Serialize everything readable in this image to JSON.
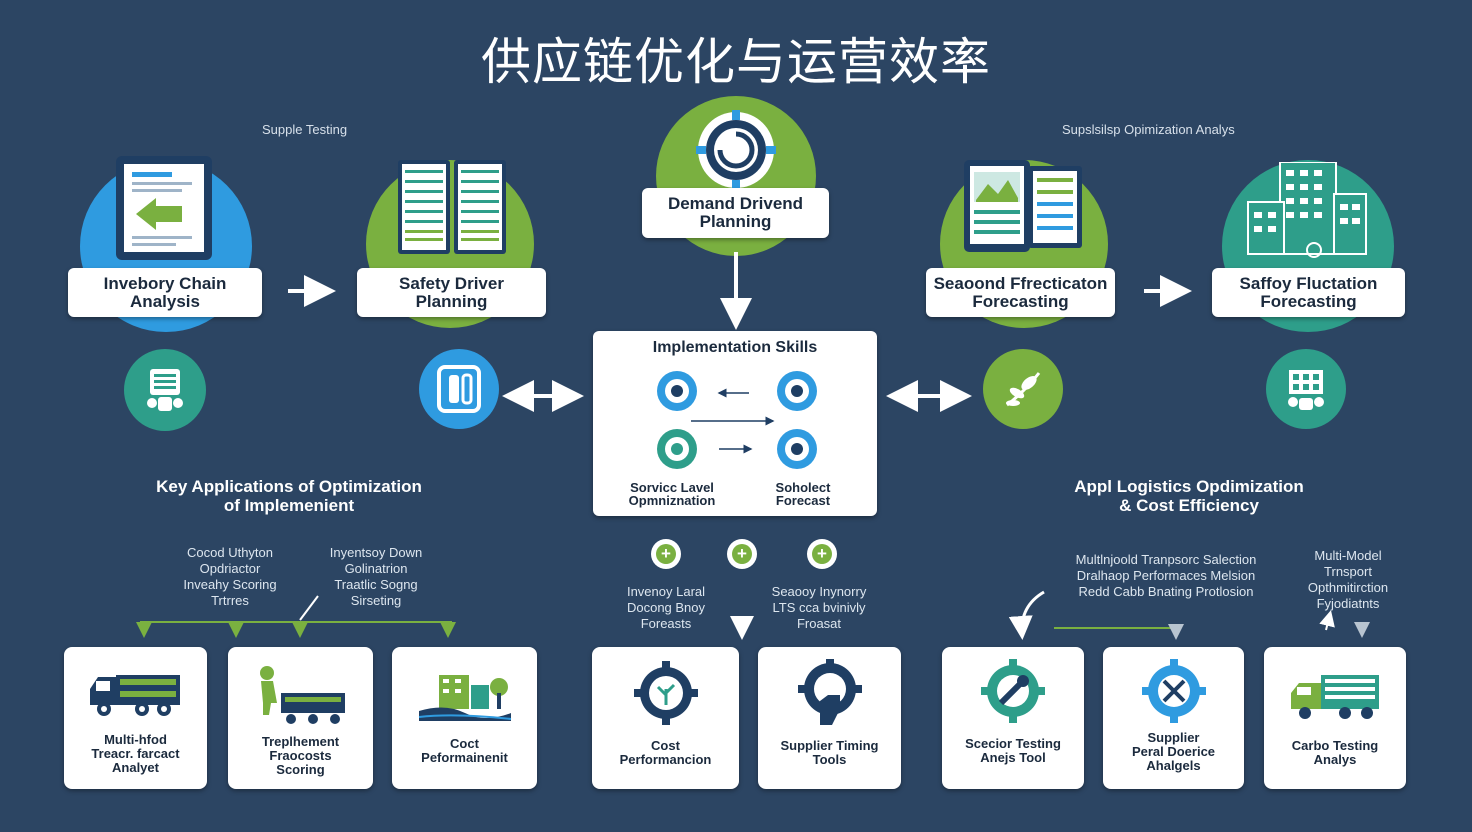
{
  "title": "供应链优化与运营效率",
  "top": {
    "left_caption": "Supple Testing",
    "right_caption": "Supslsilsp Opimization Analys",
    "cards": [
      {
        "label": "Invebory Chain\nAnalysis"
      },
      {
        "label": "Safety Driver\nPlanning"
      },
      {
        "label": "Demand Drivend\nPlanning"
      },
      {
        "label": "Seaoond Ffrecticaton\nForecasting"
      },
      {
        "label": "Saffoy Fluctation\nForecasting"
      }
    ]
  },
  "center": {
    "title": "Implementation Skills",
    "left_label": "Sorvicc Lavel\nOpmniznation",
    "right_label": "Soholect\nForecast"
  },
  "left_section": {
    "heading": "Key Applications of Optimization\nof Implemenient",
    "note_a": "Cocod Uthyton\nOpdriactor\nInveahy Scoring\nTrtrres",
    "note_b": "Inyentsoy Down\nGolinatrion\nTraatlic Sogng\nSirseting"
  },
  "right_section": {
    "heading": "Appl Logistics Opdimization\n& Cost Efficiency",
    "note_a": "Multlnjoold Tranpsorc Salection\nDralhaop Performaces Melsion\nRedd Cabb      Bnating Protlosion",
    "note_b": "Multi-Model\nTrnsport\nOpthmitirction\nFyjodiatnts"
  },
  "middle_notes": {
    "left": "Invenoy Laral\nDocong Bnoy\nForeasts",
    "right": "Seaooy Inynorry\nLTS cca bvinivly\nFroasat"
  },
  "bottom_cards": [
    {
      "label": "Multi-hfod\nTreacr. farcact\nAnalyet"
    },
    {
      "label": "Treplhement\nFraocosts\nScoring"
    },
    {
      "label": "Coct\nPeformainenit"
    },
    {
      "label": "Cost\nPerformancion"
    },
    {
      "label": "Supplier Timing\nTools"
    },
    {
      "label": "Scecior Testing\nAnejs Tool"
    },
    {
      "label": "Supplier\nPeral Doerice\nAhalgels"
    },
    {
      "label": "Carbo Testing\nAnalys"
    }
  ],
  "colors": {
    "background": "#2c4563",
    "blue_accent": "#2f9be0",
    "green_accent": "#7ab040",
    "teal_accent": "#2e9e8a",
    "navy_icon": "#1f3e63"
  }
}
